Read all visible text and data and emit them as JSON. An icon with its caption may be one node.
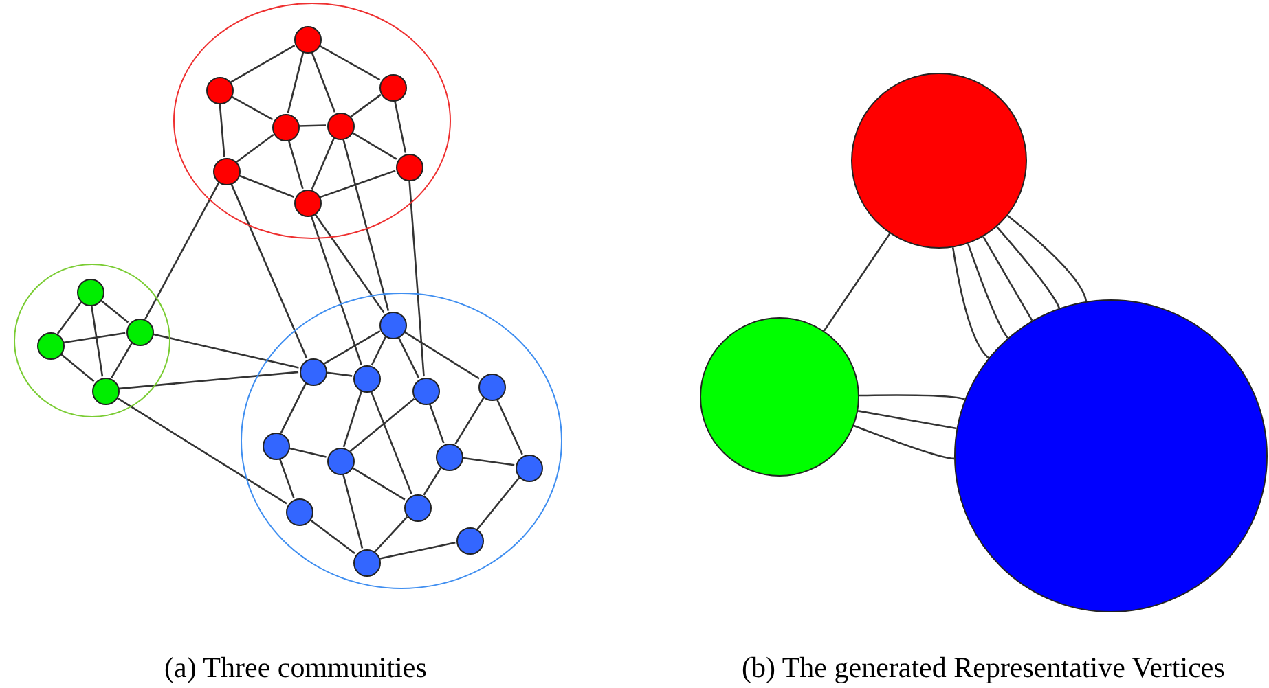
{
  "diagram": {
    "nodes": [
      {
        "text": [],
        "shape": "circle"
      },
      {
        "text": [],
        "shape": "circle",
        "in": 0
      },
      {
        "text": [],
        "shape": "circle",
        "in": 0
      },
      {
        "text": [],
        "shape": "circle",
        "in": 0
      },
      {
        "text": [],
        "shape": "circle",
        "in": 0
      },
      {
        "text": [],
        "shape": "circle",
        "in": 0
      },
      {
        "text": [],
        "shape": "circle",
        "in": 0
      },
      {
        "text": [],
        "shape": "circle",
        "in": 0
      },
      {
        "text": [],
        "shape": "circle",
        "in": 0
      },
      {
        "text": [],
        "shape": "circle"
      },
      {
        "text": [],
        "shape": "circle",
        "in": 9
      },
      {
        "text": [],
        "shape": "circle",
        "in": 9
      },
      {
        "text": [],
        "shape": "circle",
        "in": 9
      },
      {
        "text": [],
        "shape": "circle",
        "in": 9
      },
      {
        "text": [],
        "shape": "circle"
      },
      {
        "text": [],
        "shape": "circle",
        "in": 14
      },
      {
        "text": [],
        "shape": "circle",
        "in": 14
      },
      {
        "text": [],
        "shape": "circle",
        "in": 14
      },
      {
        "text": [],
        "shape": "circle",
        "in": 14
      },
      {
        "text": [],
        "shape": "circle",
        "in": 14
      },
      {
        "text": [],
        "shape": "circle",
        "in": 14
      },
      {
        "text": [],
        "shape": "circle",
        "in": 14
      },
      {
        "text": [],
        "shape": "circle",
        "in": 14
      },
      {
        "text": [],
        "shape": "circle",
        "in": 14
      },
      {
        "text": [],
        "shape": "circle",
        "in": 14
      },
      {
        "text": [],
        "shape": "circle",
        "in": 14
      },
      {
        "text": [],
        "shape": "circle",
        "in": 14
      },
      {
        "text": [],
        "shape": "circle",
        "in": 14
      },
      {
        "text": [],
        "shape": "circle"
      },
      {
        "text": [],
        "shape": "circle"
      },
      {
        "text": [],
        "shape": "circle"
      }
    ],
    "edges": [
      {
        "from": 1,
        "to": 2,
        "arrow": "none"
      },
      {
        "from": 1,
        "to": 3,
        "arrow": "none"
      },
      {
        "from": 1,
        "to": 4,
        "arrow": "none"
      },
      {
        "from": 1,
        "to": 5,
        "arrow": "none"
      },
      {
        "from": 2,
        "to": 4,
        "arrow": "none"
      },
      {
        "from": 2,
        "to": 6,
        "arrow": "none"
      },
      {
        "from": 3,
        "to": 5,
        "arrow": "none"
      },
      {
        "from": 3,
        "to": 7,
        "arrow": "none"
      },
      {
        "from": 4,
        "to": 5,
        "arrow": "none"
      },
      {
        "from": 4,
        "to": 6,
        "arrow": "none"
      },
      {
        "from": 4,
        "to": 8,
        "arrow": "none"
      },
      {
        "from": 5,
        "to": 8,
        "arrow": "none"
      },
      {
        "from": 5,
        "to": 7,
        "arrow": "none"
      },
      {
        "from": 6,
        "to": 8,
        "arrow": "none"
      },
      {
        "from": 7,
        "to": 8,
        "arrow": "none"
      },
      {
        "from": 10,
        "to": 11,
        "arrow": "none"
      },
      {
        "from": 10,
        "to": 12,
        "arrow": "none"
      },
      {
        "from": 10,
        "to": 13,
        "arrow": "none"
      },
      {
        "from": 11,
        "to": 12,
        "arrow": "none"
      },
      {
        "from": 11,
        "to": 13,
        "arrow": "none"
      },
      {
        "from": 12,
        "to": 13,
        "arrow": "none"
      },
      {
        "from": 15,
        "to": 16,
        "arrow": "none"
      },
      {
        "from": 15,
        "to": 17,
        "arrow": "none"
      },
      {
        "from": 15,
        "to": 18,
        "arrow": "none"
      },
      {
        "from": 15,
        "to": 19,
        "arrow": "none"
      },
      {
        "from": 16,
        "to": 17,
        "arrow": "none"
      },
      {
        "from": 16,
        "to": 20,
        "arrow": "none"
      },
      {
        "from": 17,
        "to": 21,
        "arrow": "none"
      },
      {
        "from": 17,
        "to": 25,
        "arrow": "none"
      },
      {
        "from": 18,
        "to": 21,
        "arrow": "none"
      },
      {
        "from": 18,
        "to": 22,
        "arrow": "none"
      },
      {
        "from": 19,
        "to": 22,
        "arrow": "none"
      },
      {
        "from": 19,
        "to": 23,
        "arrow": "none"
      },
      {
        "from": 20,
        "to": 21,
        "arrow": "none"
      },
      {
        "from": 20,
        "to": 24,
        "arrow": "none"
      },
      {
        "from": 21,
        "to": 25,
        "arrow": "none"
      },
      {
        "from": 21,
        "to": 27,
        "arrow": "none"
      },
      {
        "from": 22,
        "to": 23,
        "arrow": "none"
      },
      {
        "from": 22,
        "to": 25,
        "arrow": "none"
      },
      {
        "from": 23,
        "to": 26,
        "arrow": "none"
      },
      {
        "from": 24,
        "to": 27,
        "arrow": "none"
      },
      {
        "from": 25,
        "to": 27,
        "arrow": "none"
      },
      {
        "from": 26,
        "to": 27,
        "arrow": "none"
      },
      {
        "from": 12,
        "to": 6,
        "arrow": "none"
      },
      {
        "from": 6,
        "to": 16,
        "arrow": "none"
      },
      {
        "from": 8,
        "to": 17,
        "arrow": "none"
      },
      {
        "from": 8,
        "to": 15,
        "arrow": "none"
      },
      {
        "from": 5,
        "to": 15,
        "arrow": "none"
      },
      {
        "from": 7,
        "to": 18,
        "arrow": "none"
      },
      {
        "from": 12,
        "to": 16,
        "arrow": "none"
      },
      {
        "from": 13,
        "to": 16,
        "arrow": "none"
      },
      {
        "from": 13,
        "to": 24,
        "arrow": "none"
      },
      {
        "from": 28,
        "to": 29,
        "arrow": "none"
      },
      {
        "from": 28,
        "to": 30,
        "arrow": "none"
      },
      {
        "from": 28,
        "to": 30,
        "arrow": "none"
      },
      {
        "from": 28,
        "to": 30,
        "arrow": "none"
      },
      {
        "from": 28,
        "to": 30,
        "arrow": "none"
      },
      {
        "from": 28,
        "to": 30,
        "arrow": "none"
      },
      {
        "from": 29,
        "to": 30,
        "arrow": "none"
      },
      {
        "from": 29,
        "to": 30,
        "arrow": "none"
      },
      {
        "from": 29,
        "to": 30,
        "arrow": "none"
      }
    ],
    "labels": [
      "(a) Three communities",
      "(b) The generated Representative Vertices"
    ]
  }
}
